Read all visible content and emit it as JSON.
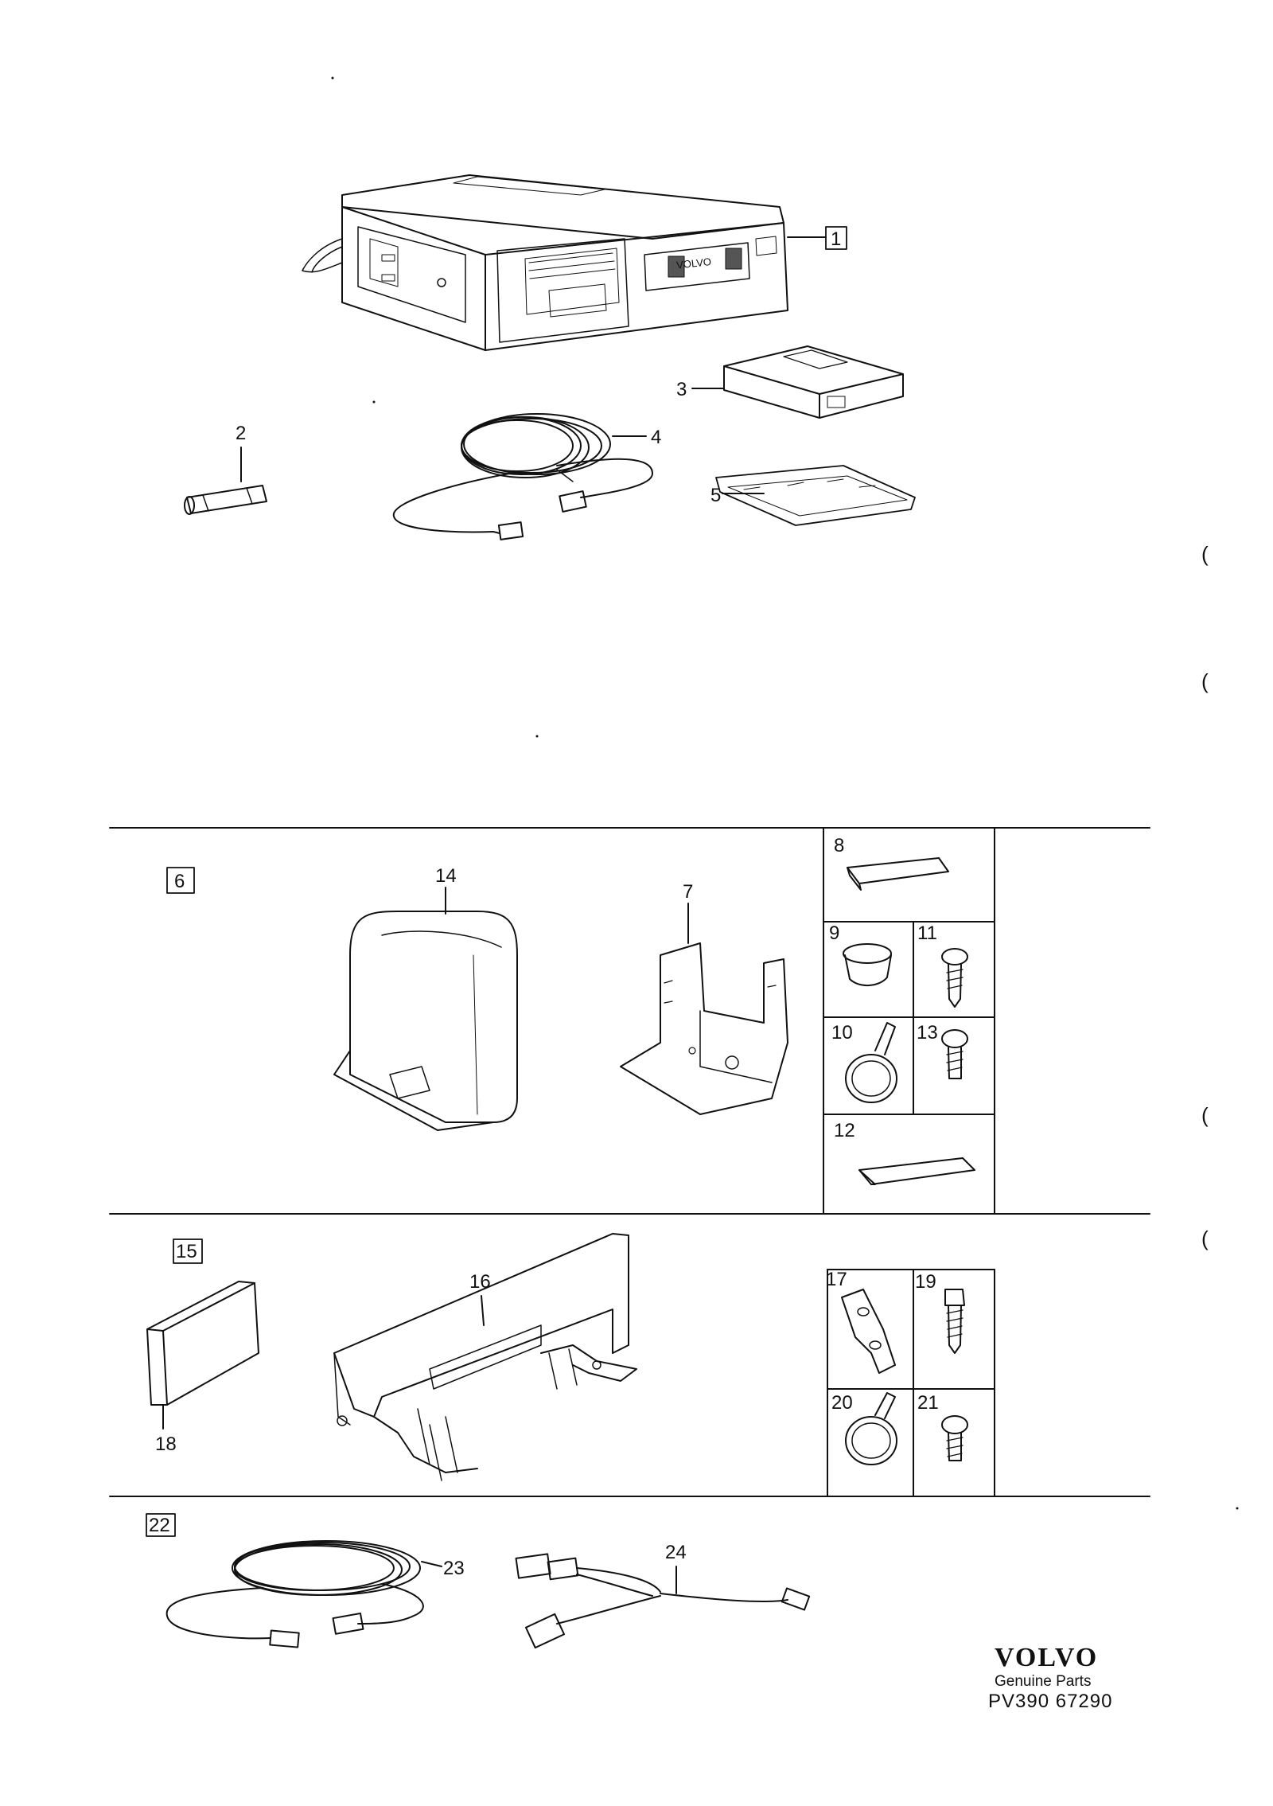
{
  "diagram": {
    "callouts": {
      "p1": "1",
      "p2": "2",
      "p3": "3",
      "p4": "4",
      "p5": "5",
      "p6": "6",
      "p7": "7",
      "p8": "8",
      "p9": "9",
      "p10": "10",
      "p11": "11",
      "p12": "12",
      "p13": "13",
      "p14": "14",
      "p15": "15",
      "p16": "16",
      "p17": "17",
      "p18": "18",
      "p19": "19",
      "p20": "20",
      "p21": "21",
      "p22": "22",
      "p23": "23",
      "p24": "24"
    },
    "unit_badge": "VOLVO",
    "footer": {
      "brand": "VOLVO",
      "subtitle": "Genuine Parts",
      "code": "PV390  67290"
    }
  }
}
